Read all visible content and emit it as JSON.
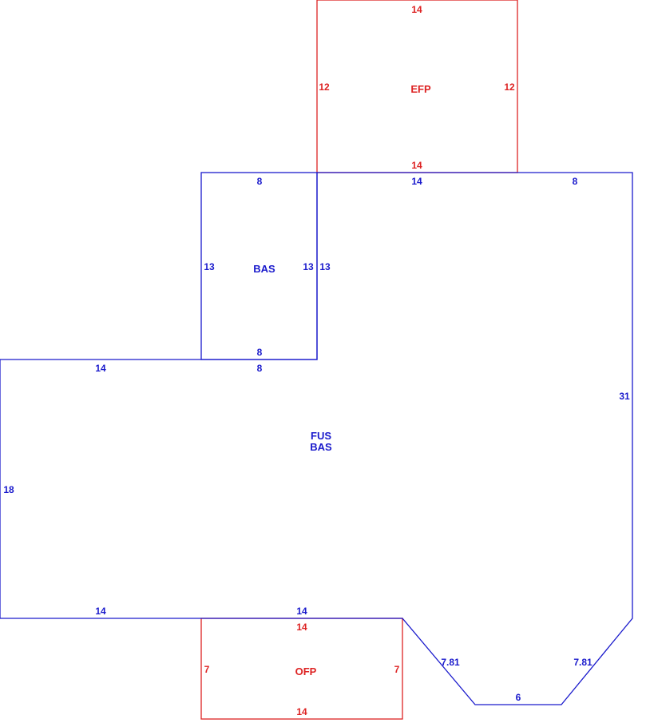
{
  "colors": {
    "structure": "#1a1acc",
    "porch": "#dd2222",
    "background": "#ffffff"
  },
  "areas": {
    "efp": {
      "code": "EFP"
    },
    "bas_upper": {
      "code": "BAS"
    },
    "main": {
      "line1": "FUS",
      "line2": "BAS"
    },
    "ofp": {
      "code": "OFP"
    }
  },
  "dimensions": {
    "efp_top": "14",
    "efp_left": "12",
    "efp_right": "12",
    "efp_bottom": "14",
    "bas_top": "8",
    "bas_left": "13",
    "bas_right": "13",
    "bas_bottom": "8",
    "main_top_mid": "14",
    "main_top_right": "8",
    "main_inner_left": "13",
    "main_left_top": "14",
    "main_step_top": "8",
    "main_right": "31",
    "main_left": "18",
    "main_bottom_left": "14",
    "main_bottom_mid": "14",
    "bay_left": "7.81",
    "bay_bottom": "6",
    "bay_right": "7.81",
    "ofp_top": "14",
    "ofp_left": "7",
    "ofp_right": "7",
    "ofp_bottom": "14"
  }
}
